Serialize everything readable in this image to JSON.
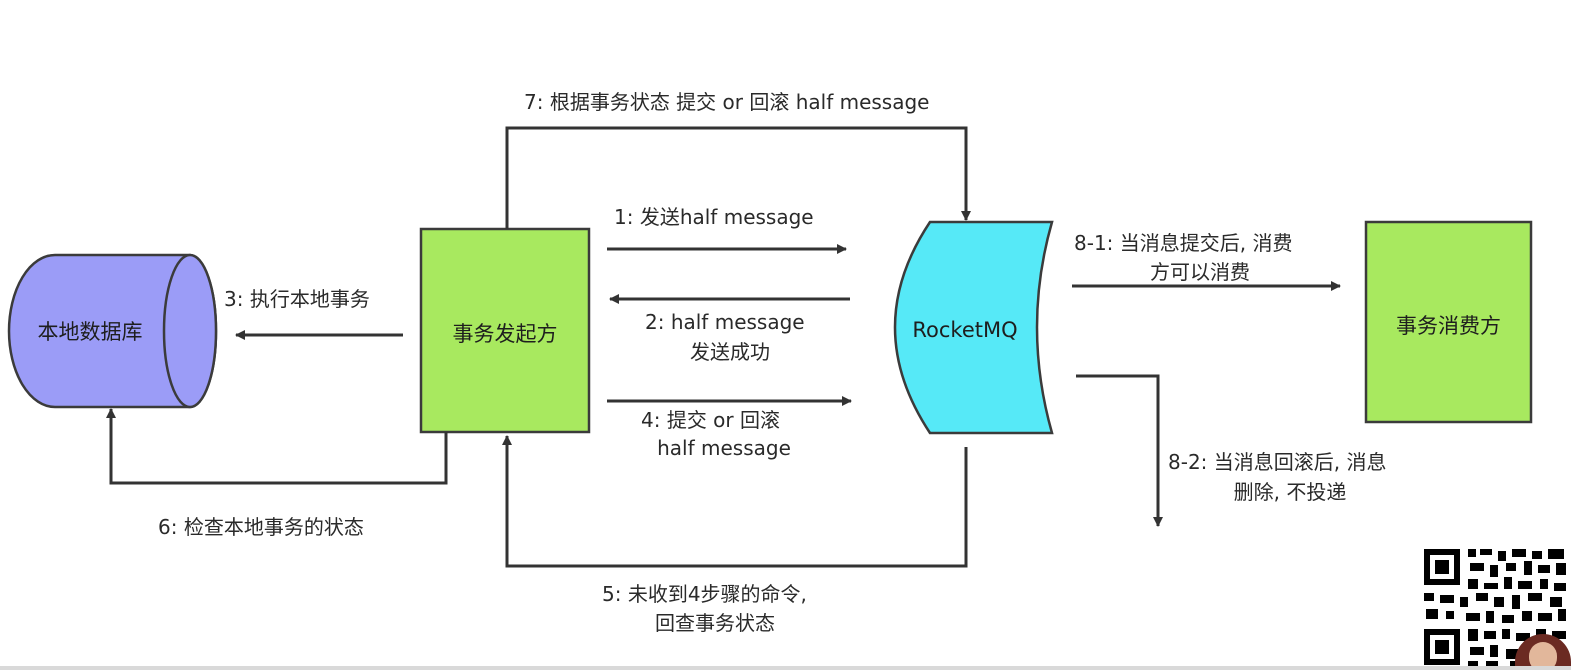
{
  "nodes": {
    "local_db": "本地数据库",
    "producer": "事务发起方",
    "rocketmq": "RocketMQ",
    "consumer": "事务消费方"
  },
  "steps": {
    "step1": "1:  发送half message",
    "step2_line1": "2:  half message",
    "step2_line2": "发送成功",
    "step3": "3:  执行本地事务",
    "step4_line1": "4:  提交 or 回滚",
    "step4_line2": "half message",
    "step5_line1": "5: 未收到4步骤的命令,",
    "step5_line2": "回查事务状态",
    "step6": "6:  检查本地事务的状态",
    "step7": "7:  根据事务状态 提交 or 回滚 half message",
    "step8_1_line1": "8-1: 当消息提交后, 消费",
    "step8_1_line2": "方可以消费",
    "step8_2_line1": "8-2: 当消息回滚后, 消息",
    "step8_2_line2": "删除, 不投递"
  },
  "colors": {
    "database_fill": "#9b9cf7",
    "producer_fill": "#a8e95f",
    "consumer_fill": "#a8e95f",
    "mq_fill": "#56e9f7",
    "stroke": "#3b3b3b",
    "arrow": "#333333"
  },
  "icons": {
    "qr": "qr-code-icon",
    "avatar": "avatar"
  }
}
